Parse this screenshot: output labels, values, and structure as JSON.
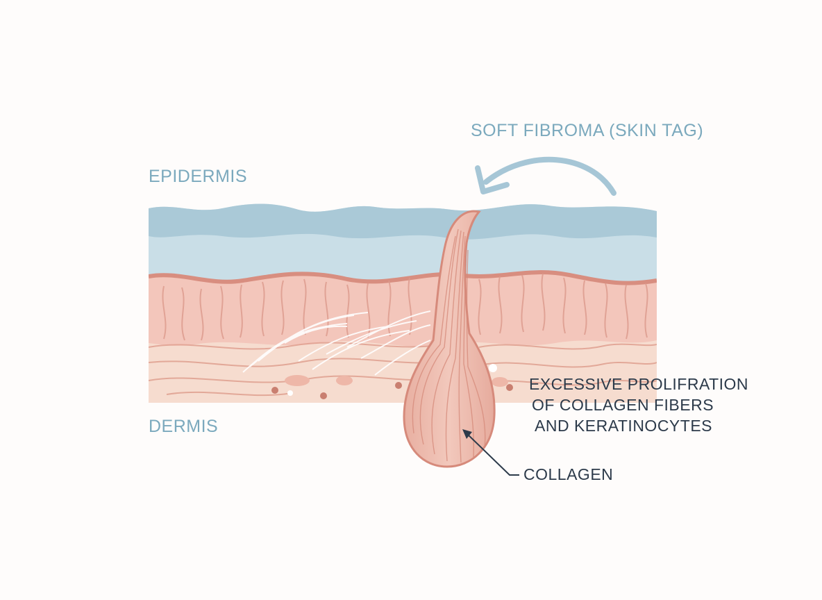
{
  "labels": {
    "title": "SOFT FIBROMA (SKIN TAG)",
    "epidermis": "EPIDERMIS",
    "dermis": "DERMIS",
    "proliferation": [
      "EXCESSIVE PROLIFRATION",
      "OF COLLAGEN FIBERS",
      "AND KERATINOCYTES"
    ],
    "collagen": "COLLAGEN"
  },
  "colors": {
    "background": "#fefcfb",
    "epidermis_top": "#a9c8d6",
    "epidermis_bottom": "#c9dee7",
    "dermis_upper": "#f3c6bb",
    "dermis_lower": "#f6dccf",
    "fibroma": "#eebdb0",
    "fibroma_outline": "#d98c7d",
    "label_blue": "#7ba9bd",
    "label_dark": "#2c3a4a"
  }
}
